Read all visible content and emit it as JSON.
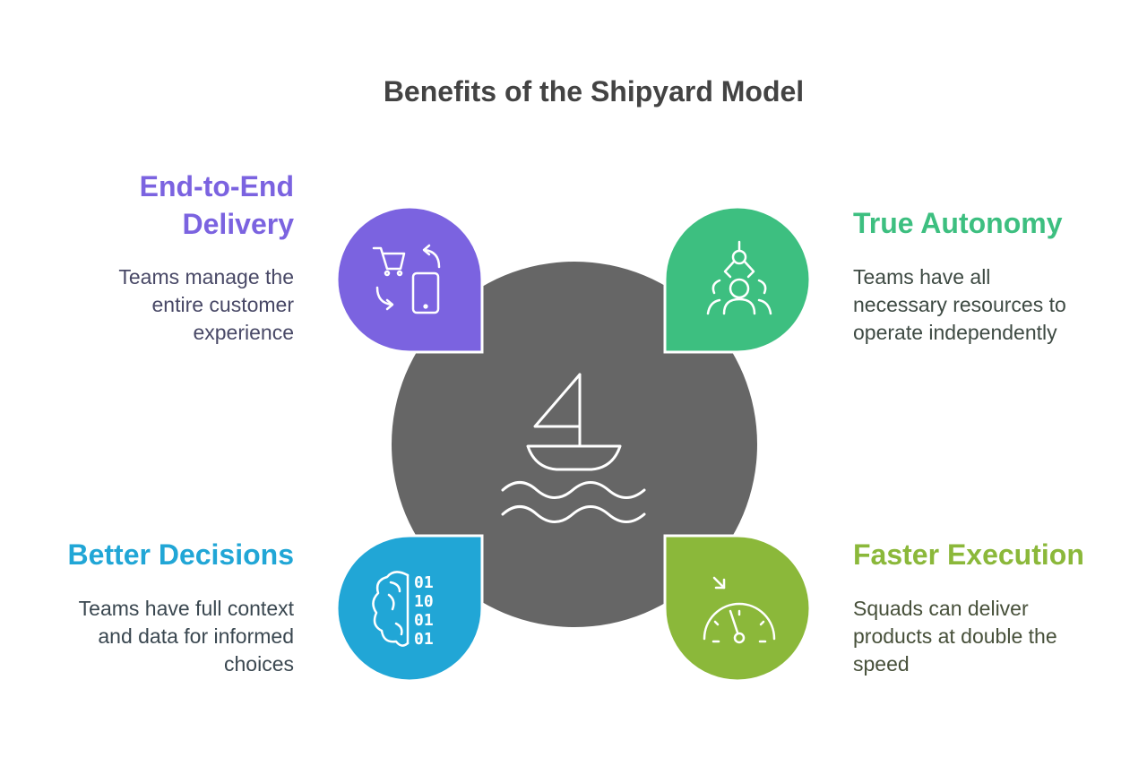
{
  "title": "Benefits of the Shipyard Model",
  "colors": {
    "center": "#666666",
    "end_to_end": "#7b63e0",
    "true_autonomy": "#3dbf80",
    "better_decisions": "#21a6d6",
    "faster_execution": "#8bb83a",
    "title_text": "#434343"
  },
  "center": {
    "icon": "sailboat-icon"
  },
  "benefits": {
    "end_to_end": {
      "heading_line1": "End-to-End",
      "heading_line2": "Delivery",
      "desc_line1": "Teams manage the",
      "desc_line2": "entire customer",
      "desc_line3": "experience",
      "icon": "shopping-cart-mobile-icon"
    },
    "true_autonomy": {
      "heading": "True Autonomy",
      "desc_line1": "Teams have all",
      "desc_line2": "necessary resources to",
      "desc_line3": "operate independently",
      "icon": "team-robotic-arm-icon"
    },
    "better_decisions": {
      "heading": "Better Decisions",
      "desc_line1": "Teams have full context",
      "desc_line2": "and data for informed",
      "desc_line3": "choices",
      "icon": "brain-binary-icon"
    },
    "faster_execution": {
      "heading": "Faster Execution",
      "desc_line1": "Squads can deliver",
      "desc_line2": "products at double the",
      "desc_line3": "speed",
      "icon": "speedometer-icon"
    }
  }
}
